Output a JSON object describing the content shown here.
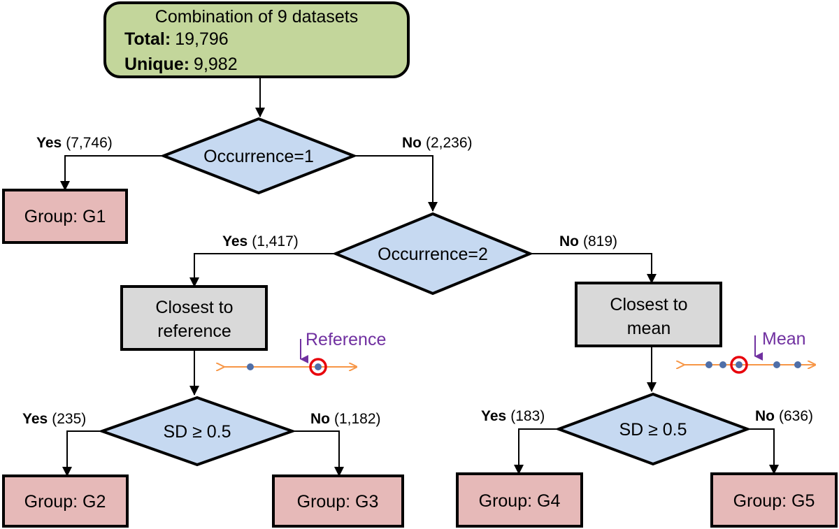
{
  "start": {
    "title": "Combination of 9 datasets",
    "total_label": "Total:",
    "total_value": "19,796",
    "unique_label": "Unique:",
    "unique_value": "9,982"
  },
  "decisions": {
    "occ1": "Occurrence=1",
    "occ2": "Occurrence=2",
    "sd_left": "SD ≥ 0.5",
    "sd_right": "SD ≥ 0.5"
  },
  "process": {
    "reference_line1": "Closest to",
    "reference_line2": "reference",
    "mean_line1": "Closest to",
    "mean_line2": "mean"
  },
  "groups": {
    "g1": "Group: G1",
    "g2": "Group: G2",
    "g3": "Group: G3",
    "g4": "Group: G4",
    "g5": "Group: G5"
  },
  "edges": {
    "occ1_yes": {
      "label": "Yes",
      "count": "(7,746)"
    },
    "occ1_no": {
      "label": "No",
      "count": "(2,236)"
    },
    "occ2_yes": {
      "label": "Yes",
      "count": "(1,417)"
    },
    "occ2_no": {
      "label": "No",
      "count": "(819)"
    },
    "sdl_yes": {
      "label": "Yes",
      "count": "(235)"
    },
    "sdl_no": {
      "label": "No",
      "count": "(1,182)"
    },
    "sdr_yes": {
      "label": "Yes",
      "count": "(183)"
    },
    "sdr_no": {
      "label": "No",
      "count": "(636)"
    }
  },
  "annotations": {
    "reference": "Reference",
    "mean": "Mean"
  },
  "colors": {
    "start_fill": "#c3d69b",
    "decision_fill": "#c6d9f1",
    "process_fill": "#d9d9d9",
    "group_fill": "#e6b9b8",
    "axis": "#f79646",
    "dot": "#4f6fa8",
    "highlight": "#e8000b",
    "pointer": "#7030a0"
  }
}
